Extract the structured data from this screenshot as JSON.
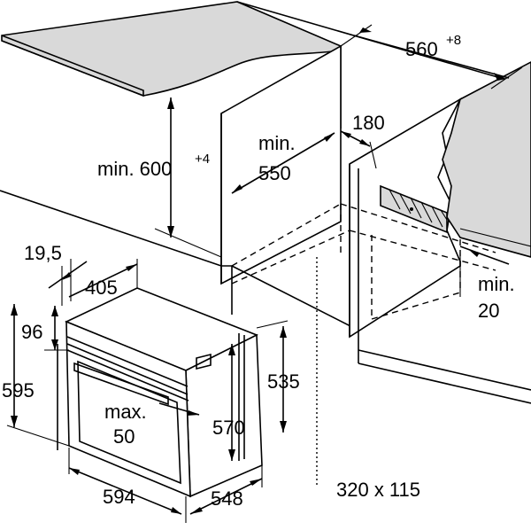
{
  "dimensions": {
    "counter_height": "min. 600",
    "counter_height_tol": "+4",
    "niche_width": "560",
    "niche_width_tol": "+8",
    "niche_depth_label_1": "min.",
    "niche_depth_label_2": "550",
    "rear_gap": "180",
    "side_gap_1": "min.",
    "side_gap_2": "20",
    "vent_opening": "320 x 115",
    "door_offset": "19,5",
    "top_depth": "405",
    "panel_height": "96",
    "overall_height": "595",
    "body_height": "535",
    "inner_height": "570",
    "handle_label_1": "max.",
    "handle_label_2": "50",
    "overall_width": "594",
    "overall_depth": "548"
  }
}
